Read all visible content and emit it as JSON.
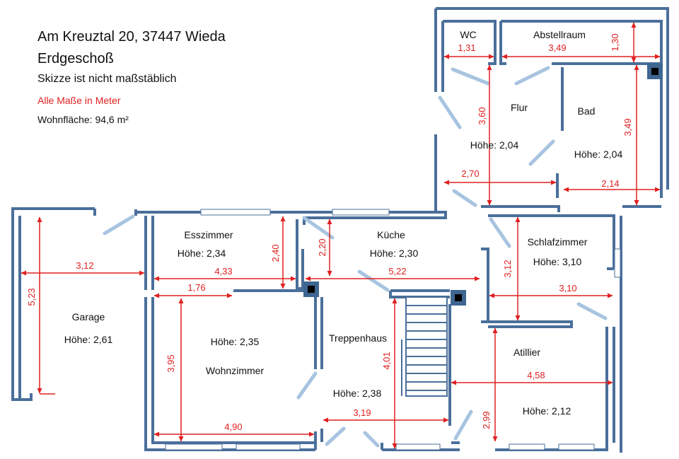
{
  "header": {
    "address": "Am Kreuztal 20, 37447 Wieda",
    "floor": "Erdgeschoß",
    "note": "Skizze ist nicht maßstäblich",
    "units_note": "Alle Maße in Meter",
    "living_area": "Wohnfläche: 94,6 m²"
  },
  "colors": {
    "wall": "#4a6f9a",
    "door": "#a7c4e0",
    "dimension": "#e02020",
    "chimney": "#3e6690"
  },
  "rooms": {
    "wc": {
      "name": "WC"
    },
    "abstellraum": {
      "name": "Abstellraum"
    },
    "flur": {
      "name": "Flur",
      "height": "Höhe: 2,04"
    },
    "bad": {
      "name": "Bad",
      "height": "Höhe: 2,04"
    },
    "garage": {
      "name": "Garage",
      "height": "Höhe: 2,61"
    },
    "esszimmer": {
      "name": "Esszimmer",
      "height": "Höhe: 2,34"
    },
    "kueche": {
      "name": "Küche",
      "height": "Höhe: 2,30"
    },
    "schlafzimmer": {
      "name": "Schlafzimmer",
      "height": "Höhe: 3,10"
    },
    "wohnzimmer": {
      "name": "Wohnzimmer",
      "height": "Höhe: 2,35"
    },
    "treppenhaus": {
      "name": "Treppenhaus",
      "height": "Höhe: 2,38"
    },
    "atillier": {
      "name": "Atillier",
      "height": "Höhe: 2,12"
    }
  },
  "dimensions": {
    "wc_width": "1,31",
    "abstellraum_width": "3,49",
    "abstellraum_depth": "1,30",
    "flur_length": "3,60",
    "bad_length": "3,49",
    "flur_width": "2,70",
    "bad_width": "2,14",
    "garage_width": "3,12",
    "garage_length": "5,23",
    "esszimmer_width": "4,33",
    "esszimmer_depth": "2,40",
    "kueche_depth": "2,20",
    "kueche_width": "5,22",
    "opening_width": "1,76",
    "schlafzimmer_depth": "3,12",
    "schlafzimmer_width": "3,10",
    "wohnzimmer_length": "3,95",
    "wohnzimmer_width": "4,90",
    "treppenhaus_length": "4,01",
    "treppenhaus_width": "3,19",
    "atillier_width": "4,58",
    "atillier_depth": "2,99"
  }
}
